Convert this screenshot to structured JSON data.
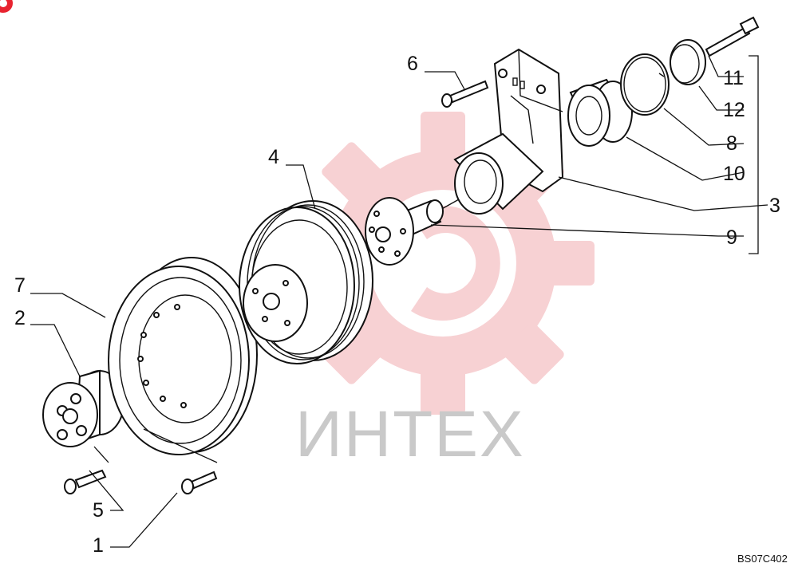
{
  "diagram": {
    "watermark_text": "ИНТЕХ",
    "drawing_code": "BS07C402",
    "callouts": {
      "c1": "1",
      "c2": "2",
      "c3": "3",
      "c4": "4",
      "c5": "5",
      "c6": "6",
      "c7": "7",
      "c8": "8",
      "c9": "9",
      "c10": "10",
      "c11": "11",
      "c12": "12"
    }
  },
  "colors": {
    "watermark_gear": "#f6c9cc",
    "watermark_text": "#c9c9c9",
    "corner_badge": "#e8232f",
    "line": "#111111"
  },
  "icons": {
    "corner_badge": "red-corner-badge-icon",
    "watermark": "gear-watermark-icon"
  }
}
